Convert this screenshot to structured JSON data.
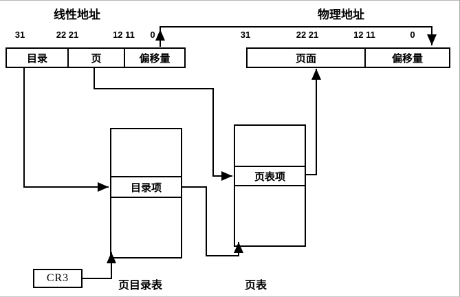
{
  "diagram": {
    "linear_address": {
      "title": "线性地址",
      "bits": [
        "31",
        "22 21",
        "12 11",
        "0"
      ],
      "fields": [
        "目录",
        "页",
        "偏移量"
      ]
    },
    "physical_address": {
      "title": "物理地址",
      "bits": [
        "31",
        "22 21",
        "12 11",
        "0"
      ],
      "fields": [
        "页面",
        "偏移量"
      ]
    },
    "page_directory": {
      "label": "页目录表",
      "entry": "目录项"
    },
    "page_table": {
      "label": "页表",
      "entry": "页表项"
    },
    "register": "CR3",
    "colors": {
      "line": "#000000",
      "background": "#ffffff"
    }
  }
}
